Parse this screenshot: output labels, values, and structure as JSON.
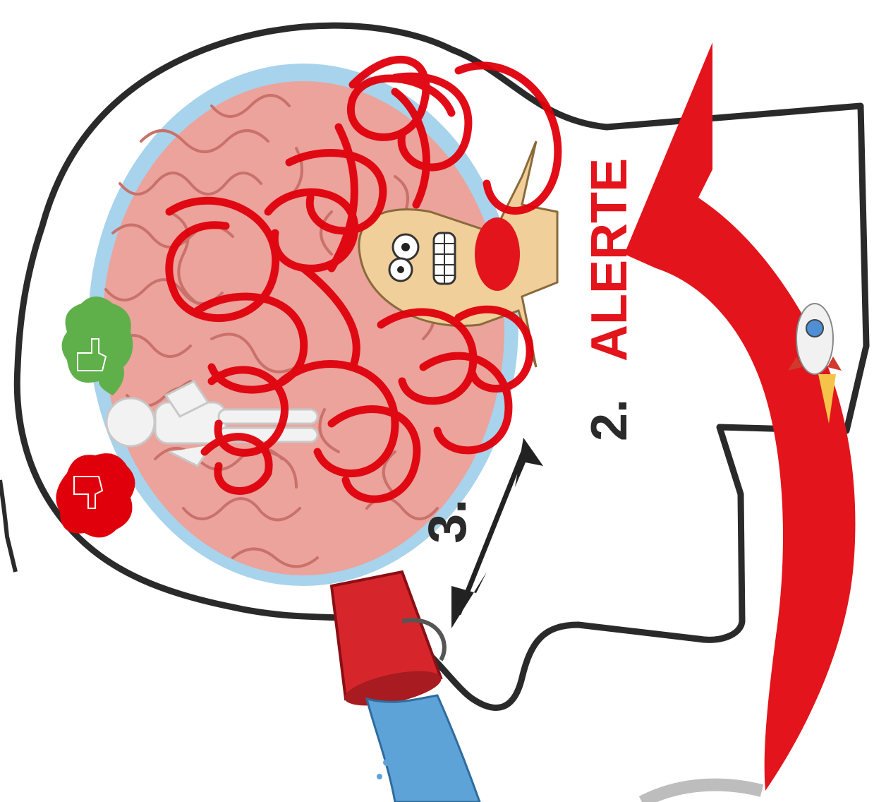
{
  "labels": {
    "step2_number": "2.",
    "step2_word": "ALERTE",
    "step3_number": "3."
  },
  "colors": {
    "alert_red": "#e3141b",
    "scribble_red": "#e0000b",
    "brain_pink": "#eba39c",
    "brain_fold": "#c9716a",
    "brain_halo": "#a8d3ec",
    "outline": "#2a2a2a",
    "face": "#f0cf9a",
    "cup_red": "#d6262c",
    "water_blue": "#5ea3d8",
    "green_bubble": "#5fb04a",
    "arrow_dark": "#222222"
  },
  "icons": [
    "head-outline",
    "brain",
    "stressed-character",
    "scribble-overlay",
    "red-curved-arrow",
    "rocket-icon",
    "bucket-icon",
    "water-splash",
    "double-arrow",
    "green-thumbs-up-bubble",
    "red-thumbs-down-bubble",
    "white-lying-figure"
  ]
}
